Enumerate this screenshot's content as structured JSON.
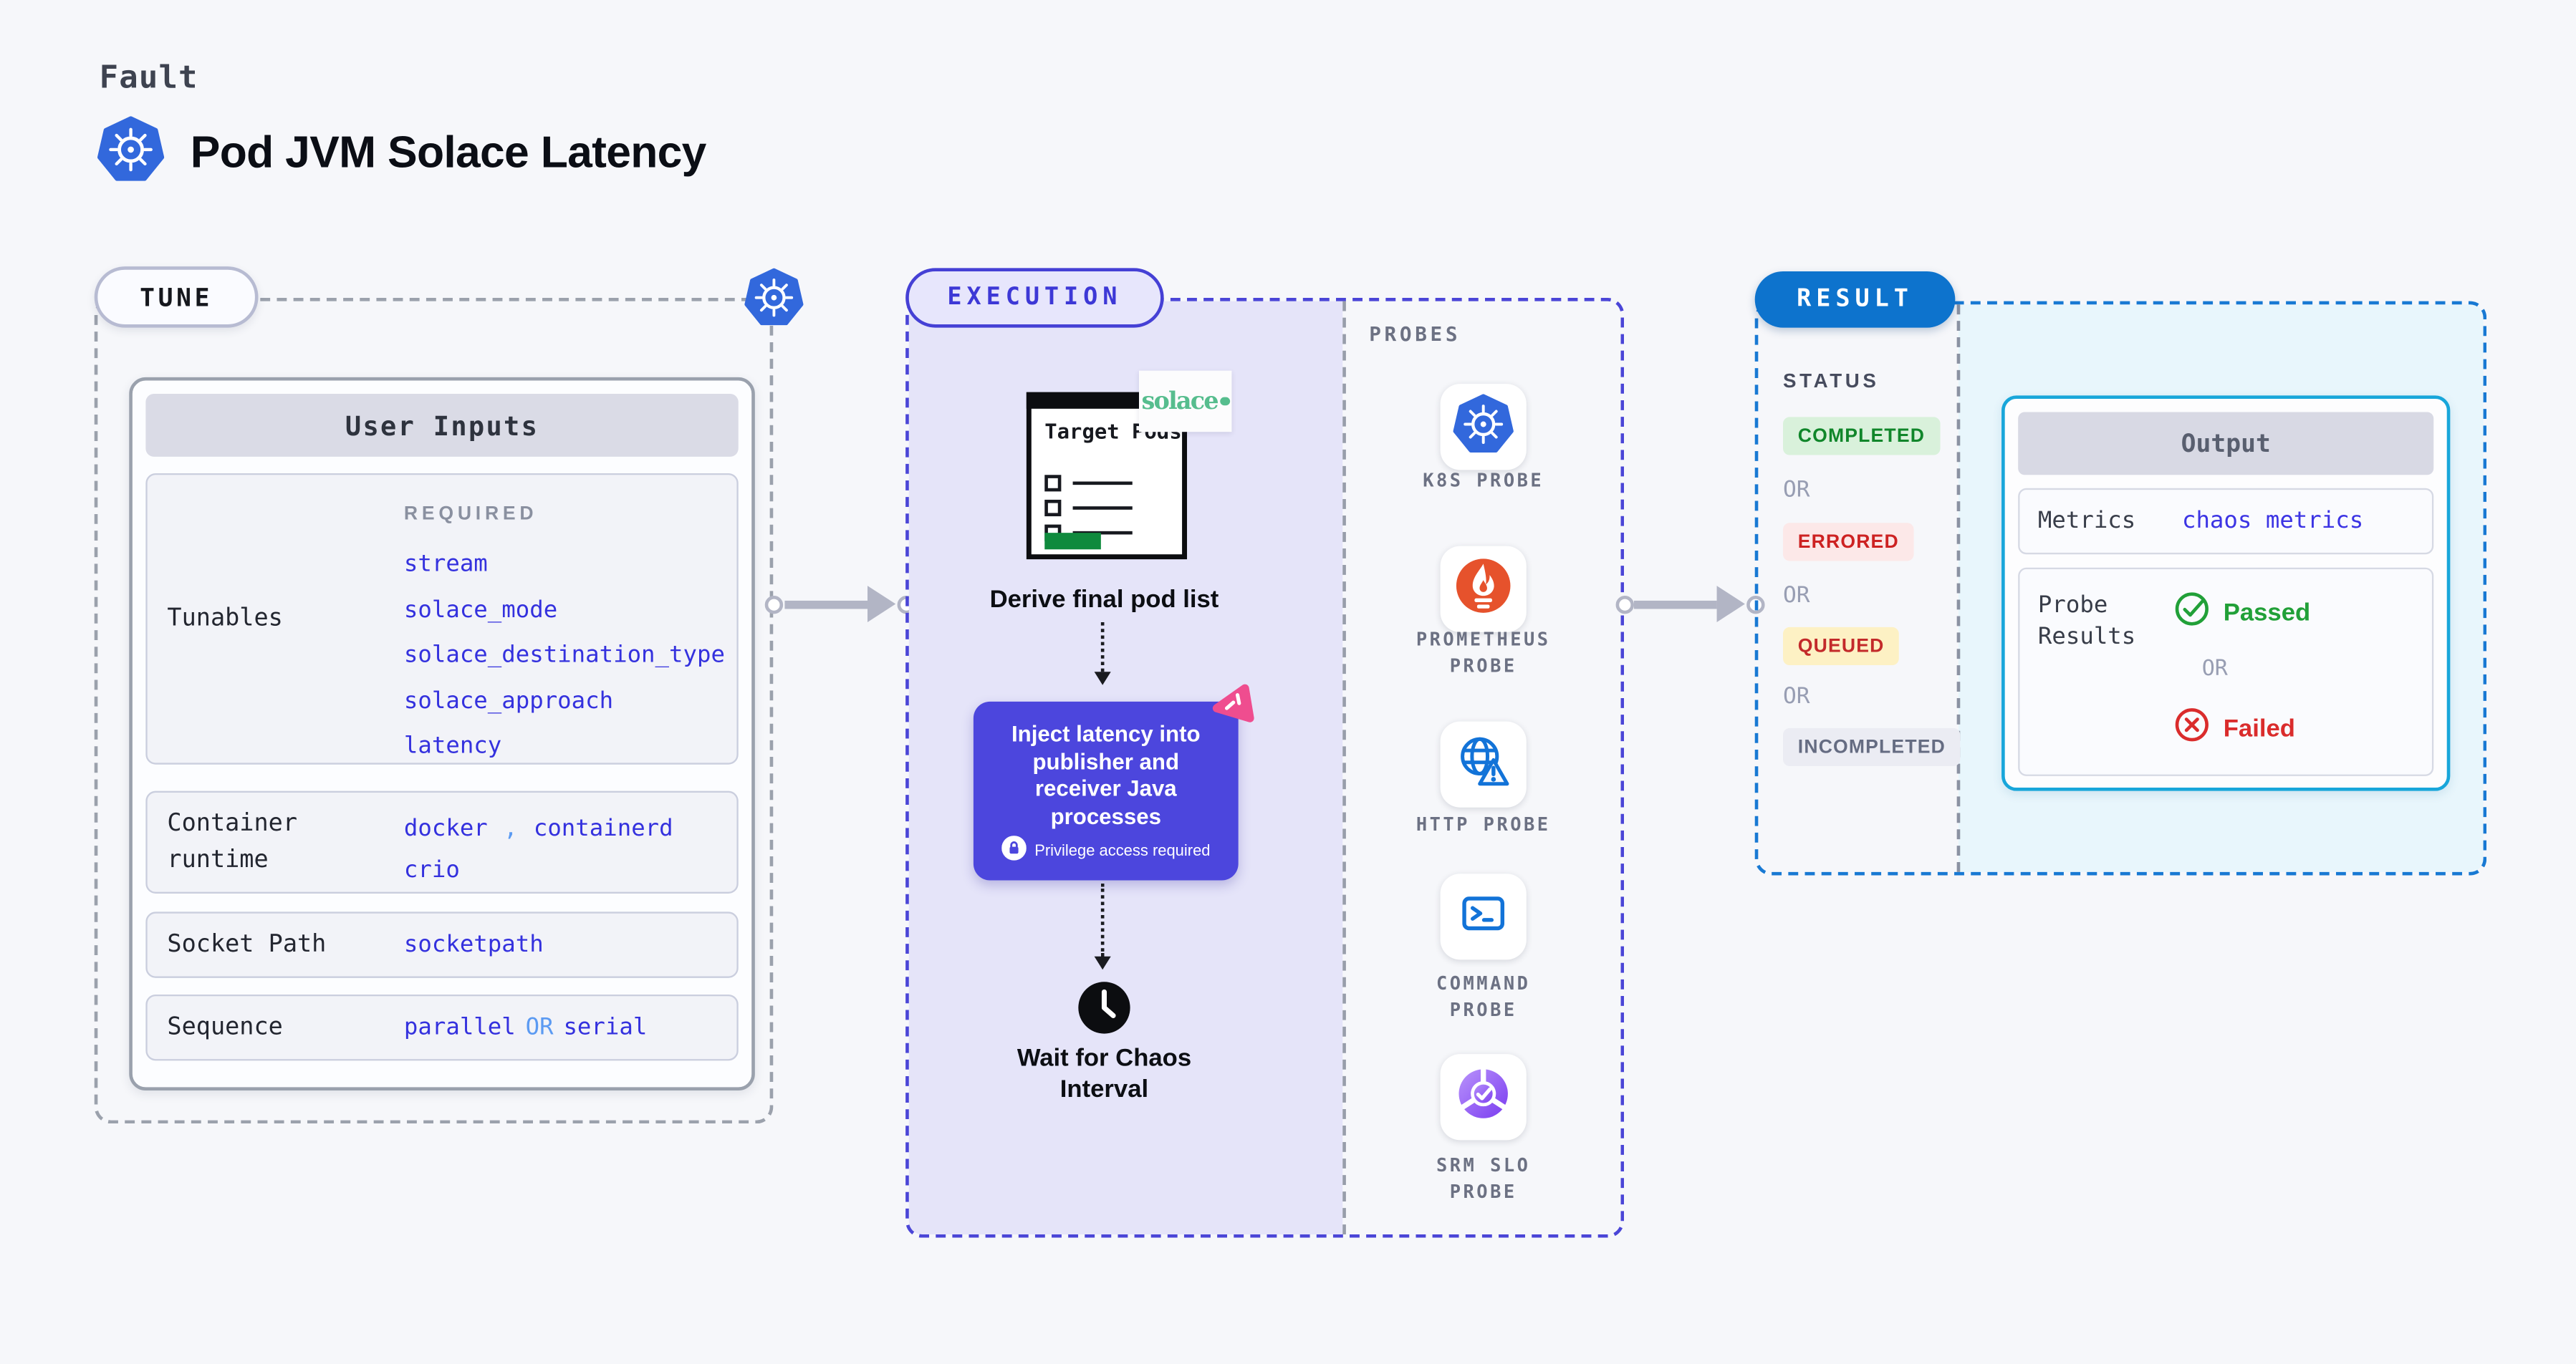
{
  "header": {
    "kind": "Fault",
    "title": "Pod JVM Solace Latency",
    "icon": "kubernetes-icon"
  },
  "tune": {
    "label": "TUNE",
    "card_title": "User Inputs",
    "tunables": {
      "label": "Tunables",
      "required_tag": "REQUIRED",
      "values": [
        "stream",
        "solace_mode",
        "solace_destination_type",
        "solace_approach",
        "latency"
      ]
    },
    "container_runtime": {
      "label": "Container runtime",
      "value_a": "docker",
      "separator": ",",
      "value_b": "containerd",
      "value_c": "crio"
    },
    "socket_path": {
      "label": "Socket Path",
      "value": "socketpath"
    },
    "sequence": {
      "label": "Sequence",
      "option_a": "parallel",
      "or": "OR",
      "option_b": "serial"
    }
  },
  "execution": {
    "label": "EXECUTION",
    "target_pods_title": "Target Pods",
    "solace_logo": "solace",
    "step_derive": "Derive final pod list",
    "step_inject": "Inject latency into publisher and receiver Java processes",
    "privilege_note": "Privilege access required",
    "step_wait": "Wait for Chaos Interval"
  },
  "probes": {
    "label": "PROBES",
    "items": [
      {
        "name": "K8S PROBE",
        "icon": "kubernetes-icon"
      },
      {
        "name": "PROMETHEUS PROBE",
        "icon": "prometheus-flame-icon"
      },
      {
        "name": "HTTP PROBE",
        "icon": "globe-warning-icon"
      },
      {
        "name": "COMMAND PROBE",
        "icon": "terminal-icon"
      },
      {
        "name": "SRM SLO PROBE",
        "icon": "slo-donut-check-icon"
      }
    ]
  },
  "result": {
    "label": "RESULT",
    "status_label": "STATUS",
    "or": "OR",
    "statuses": [
      {
        "text": "COMPLETED",
        "type": "success"
      },
      {
        "text": "ERRORED",
        "type": "error"
      },
      {
        "text": "QUEUED",
        "type": "queued"
      },
      {
        "text": "INCOMPLETED",
        "type": "incomplete"
      }
    ],
    "output": {
      "title": "Output",
      "metrics_label": "Metrics",
      "metrics_value": "chaos metrics",
      "probe_results_label": "Probe Results",
      "passed": "Passed",
      "or": "OR",
      "failed": "Failed"
    }
  },
  "colors": {
    "page_bg": "#f6f7fa",
    "accent_indigo": "#4a45d7",
    "execution_fill": "#e5e4f9",
    "inject_purple": "#4c46dd",
    "result_blue": "#0d73cd",
    "result_dashed": "#1879d3",
    "output_fill": "#e8f6fc",
    "output_border": "#18a6da",
    "value_blue": "#3431de",
    "or_light_blue": "#5b9af2",
    "success_text": "#10862a",
    "success_bg": "#d9f1db",
    "error_text": "#cd2222",
    "error_bg": "#fce8e8",
    "queued_bg": "#fdf1c4",
    "incomplete_bg": "#ebecf3",
    "passed_green": "#21a038",
    "failed_red": "#da2c2c",
    "kubernetes_blue": "#3268dc",
    "prometheus_orange": "#e6522c",
    "probe_icon_blue": "#1273d8",
    "solace_green": "#56bd8e",
    "chaos_pink": "#ef4d8f"
  }
}
